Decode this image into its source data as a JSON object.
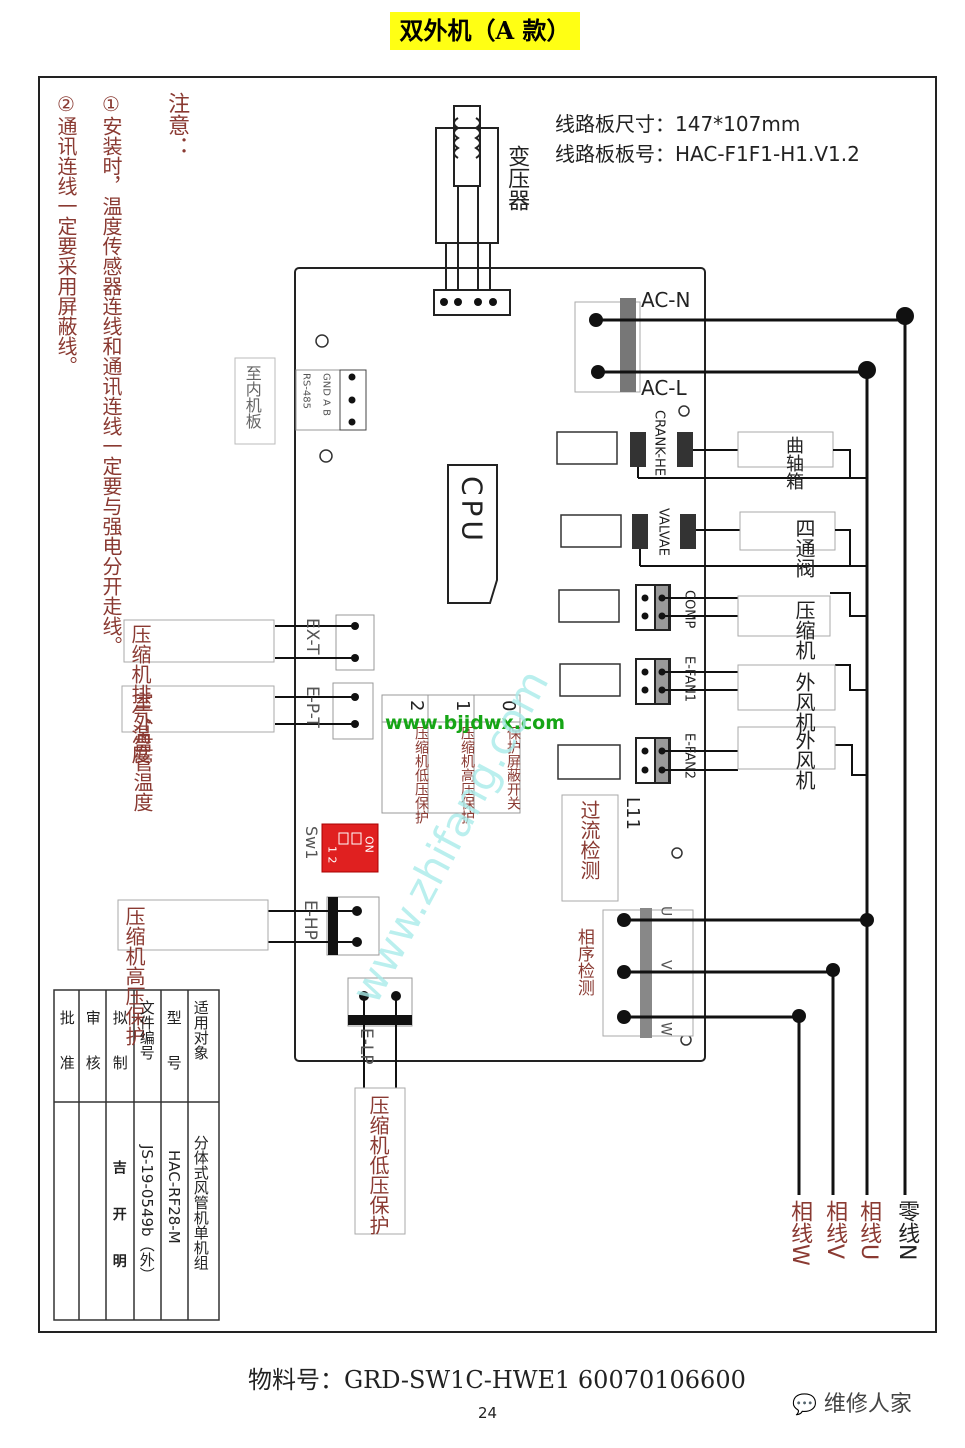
{
  "title": "双外机（A 款）",
  "pcb": {
    "size_label": "线路板尺寸：147*107mm",
    "model_label": "线路板板号：HAC-F1F1-H1.V1.2",
    "cpu": "CPU",
    "transformer": "变压器",
    "indoor_board": "至内机板",
    "rs485_pins": "GND A B",
    "rs485_label": "RS-485"
  },
  "notes": {
    "heading": "注意：",
    "line1": "①安装时，温度传感器连线和通讯连线一定要与强电分开走线。",
    "line2": "②通讯连线一定要采用屏蔽线。"
  },
  "connectors": {
    "ac_n": "AC-N",
    "ac_l": "AC-L",
    "crank": "CRANK-HE",
    "valve": "VALVAE",
    "comp": "COMP",
    "efan1": "E-FAN1",
    "efan2": "E-FAN2",
    "ext": "EX-T",
    "ept": "E-P-T",
    "ehp": "E-HP",
    "elp": "E-LP",
    "sw1": "Sw1",
    "on": "ON",
    "sw_pins": "1 2",
    "l11": "L11",
    "u": "U",
    "v": "V",
    "w": "W"
  },
  "devices": {
    "crank_heater": "曲轴箱",
    "four_way_valve": "四通阀",
    "compressor": "压缩机",
    "fan1": "外风机",
    "fan2": "外风机",
    "discharge_temp": "压缩机排气温度",
    "coil_temp": "室外盘管温度",
    "high_pressure": "压缩机高压保护",
    "low_pressure": "压缩机低压保护",
    "overcurrent": "过流检测",
    "phase_detect": "相序检测"
  },
  "dip_table": {
    "col_heads": [
      "0",
      "1",
      "2"
    ],
    "col_text": [
      "保护屏蔽开关",
      "压缩机高压保护",
      "压缩机低压保护"
    ]
  },
  "wires": {
    "neutral": "零线N",
    "phase_u": "相线U",
    "phase_v": "相线V",
    "phase_w": "相线W"
  },
  "watermarks": {
    "url": "www.bjjdwx.com",
    "diag": "www.zhifang.com"
  },
  "info_table": {
    "labels": [
      "适用对象",
      "型号",
      "文件编号",
      "拟制",
      "审核",
      "批准"
    ],
    "values": [
      "分体式风管机单机组",
      "HAC-RF28-M",
      "JS-19-0549b（外）",
      "吉 开 明",
      "",
      ""
    ]
  },
  "footer": {
    "material": "物料号：GRD-SW1C-HWE1   60070106600",
    "page": "24",
    "brand": "维修人家"
  }
}
